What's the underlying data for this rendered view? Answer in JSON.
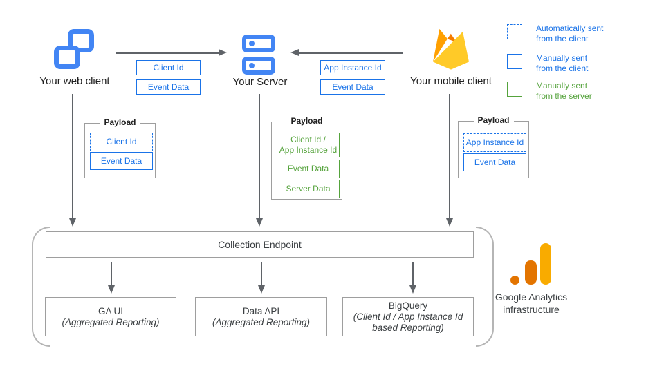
{
  "colors": {
    "google_blue": "#4285F4",
    "blue": "#1A73E8",
    "green": "#55A33C",
    "arrow_gray": "#5F6368",
    "box_border_gray": "#9E9E9E",
    "firebase_amber": "#FFA000",
    "firebase_orange": "#F57C00",
    "firebase_yellow": "#FFCA28",
    "ga_orange": "#E37400",
    "ga_yellow": "#F9AB00"
  },
  "clients": {
    "web": {
      "label": "Your web client"
    },
    "server": {
      "label": "Your Server"
    },
    "mobile": {
      "label": "Your mobile client"
    }
  },
  "flows": {
    "web_to_server": {
      "tags": [
        "Client Id",
        "Event Data"
      ]
    },
    "mobile_to_server": {
      "tags": [
        "App Instance Id",
        "Event Data"
      ]
    }
  },
  "payloads": {
    "web": {
      "title": "Payload",
      "items": [
        {
          "label": "Client Id"
        },
        {
          "label": "Event Data"
        }
      ]
    },
    "server": {
      "title": "Payload",
      "items": [
        {
          "label1": "Client Id /",
          "label2": "App Instance Id"
        },
        {
          "label": "Event Data"
        },
        {
          "label": "Server Data"
        }
      ]
    },
    "mobile": {
      "title": "Payload",
      "items": [
        {
          "label": "App Instance Id"
        },
        {
          "label": "Event Data"
        }
      ]
    }
  },
  "legend": {
    "items": [
      {
        "line1": "Automatically sent",
        "line2": "from the client",
        "swatch": "dashed-blue"
      },
      {
        "line1": "Manually sent",
        "line2": "from the client",
        "swatch": "solid-blue"
      },
      {
        "line1": "Manually sent",
        "line2": "from the server",
        "swatch": "solid-green"
      }
    ]
  },
  "infrastructure": {
    "endpoint_label": "Collection Endpoint",
    "outputs": [
      {
        "title": "GA UI",
        "subtitle": "(Aggregated Reporting)"
      },
      {
        "title": "Data API",
        "subtitle": "(Aggregated Reporting)"
      },
      {
        "title": "BigQuery",
        "subtitle1": "(Client Id / App Instance Id",
        "subtitle2": "based Reporting)"
      }
    ],
    "caption_line1": "Google Analytics",
    "caption_line2": "infrastructure"
  }
}
